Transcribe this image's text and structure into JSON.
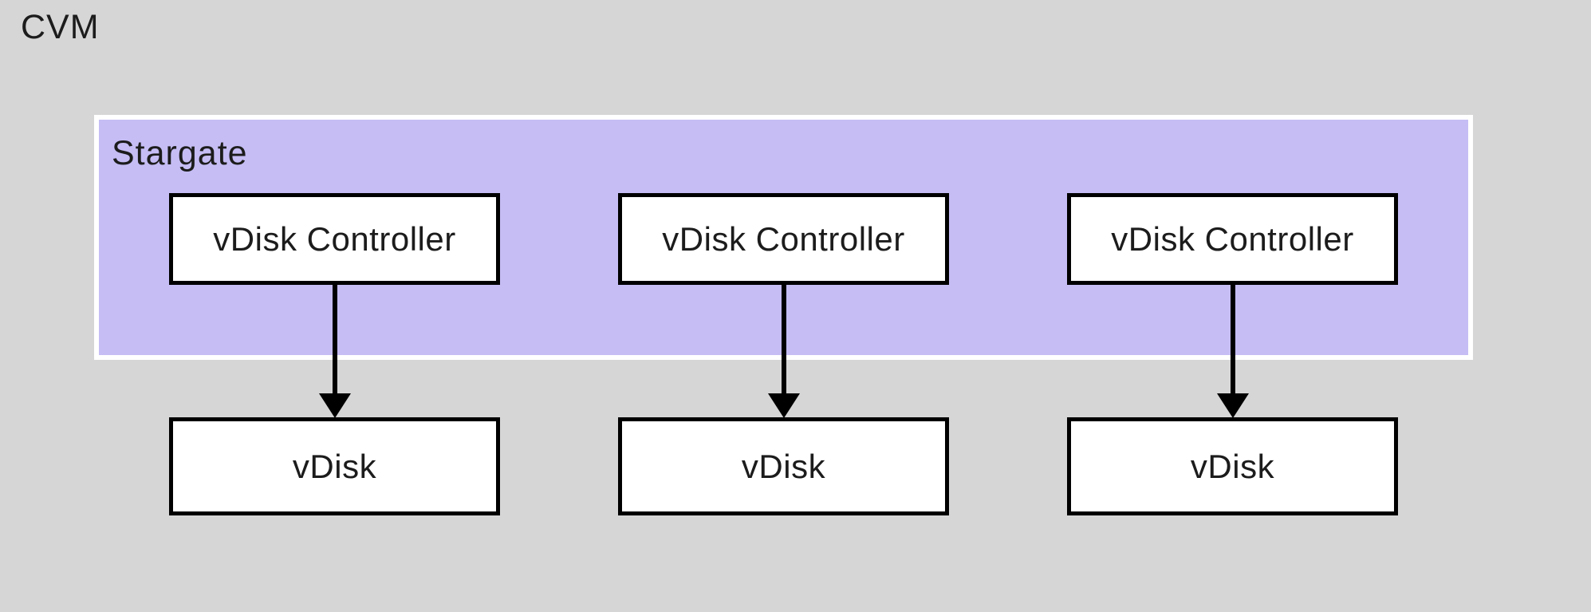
{
  "diagram": {
    "host_label": "CVM",
    "group": {
      "label": "Stargate"
    },
    "columns": [
      {
        "controller": "vDisk Controller",
        "vdisk": "vDisk"
      },
      {
        "controller": "vDisk Controller",
        "vdisk": "vDisk"
      },
      {
        "controller": "vDisk Controller",
        "vdisk": "vDisk"
      }
    ],
    "icons": {
      "arrow_down": "arrow-down"
    },
    "colors": {
      "background": "#d6d6d6",
      "group_fill": "#c5bdf4",
      "group_border": "#ffffff",
      "node_fill": "#ffffff",
      "node_border": "#000000",
      "text": "#1c1c1c",
      "arrow": "#000000"
    }
  }
}
